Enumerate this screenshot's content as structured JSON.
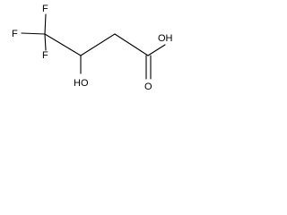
{
  "molecule": {
    "atoms": {
      "f_top": "F",
      "f_left": "F",
      "f_bottom": "F",
      "hydroxyl": "HO",
      "acid_hydroxyl": "OH",
      "carbonyl_oxygen": "O"
    },
    "colors": {
      "bond": "#000000",
      "label": "#000000",
      "background": "#ffffff"
    }
  }
}
